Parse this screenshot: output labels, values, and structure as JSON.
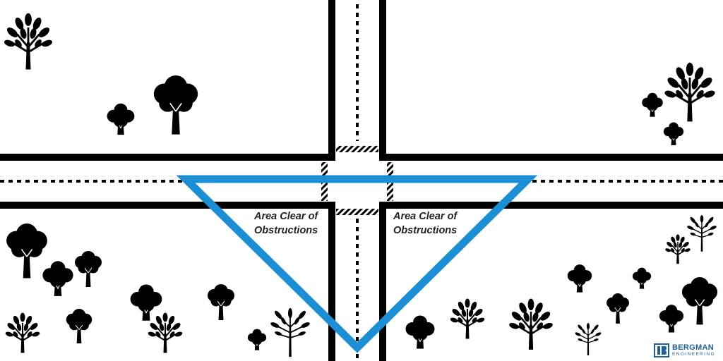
{
  "diagram": {
    "labels": {
      "left_area": [
        "Area Clear of",
        "Obstructions"
      ],
      "right_area": [
        "Area Clear of",
        "Obstructions"
      ]
    },
    "colors": {
      "sight_triangle": "#1b8fd6",
      "road_edge": "#000000",
      "tree": "#000000",
      "background": "#ffffff"
    },
    "icons": [
      "round-tree-icon",
      "leafy-tree-icon",
      "bush-icon",
      "palm-tree-icon",
      "hatched-crosswalk"
    ]
  },
  "logo": {
    "name": "BERGMAN",
    "subtitle": "ENGINEERING",
    "color": "#1f5f9e"
  }
}
